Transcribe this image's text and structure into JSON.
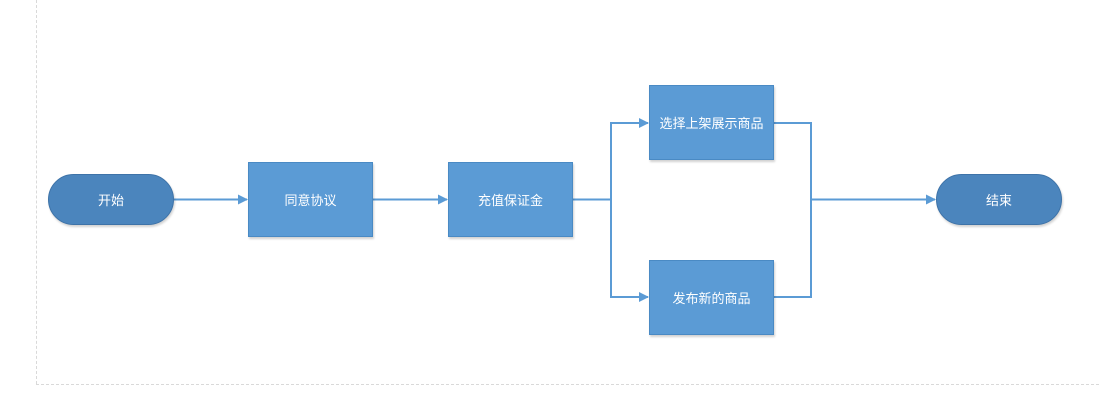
{
  "diagram": {
    "type": "flowchart",
    "colors": {
      "terminal_fill": "#4b85bd",
      "process_fill": "#5b9bd5",
      "connector": "#5b9bd5",
      "text": "#ffffff"
    },
    "nodes": [
      {
        "id": "start",
        "shape": "terminal",
        "label": "开始"
      },
      {
        "id": "agree",
        "shape": "process",
        "label": "同意协议"
      },
      {
        "id": "deposit",
        "shape": "process",
        "label": "充值保证金"
      },
      {
        "id": "select",
        "shape": "process",
        "label": "选择上架展示商品"
      },
      {
        "id": "publish",
        "shape": "process",
        "label": "发布新的商品"
      },
      {
        "id": "end",
        "shape": "terminal",
        "label": "结束"
      }
    ],
    "edges": [
      {
        "from": "start",
        "to": "agree"
      },
      {
        "from": "agree",
        "to": "deposit"
      },
      {
        "from": "deposit",
        "to": "select"
      },
      {
        "from": "deposit",
        "to": "publish"
      },
      {
        "from": "select",
        "to": "end"
      },
      {
        "from": "publish",
        "to": "end"
      }
    ]
  }
}
